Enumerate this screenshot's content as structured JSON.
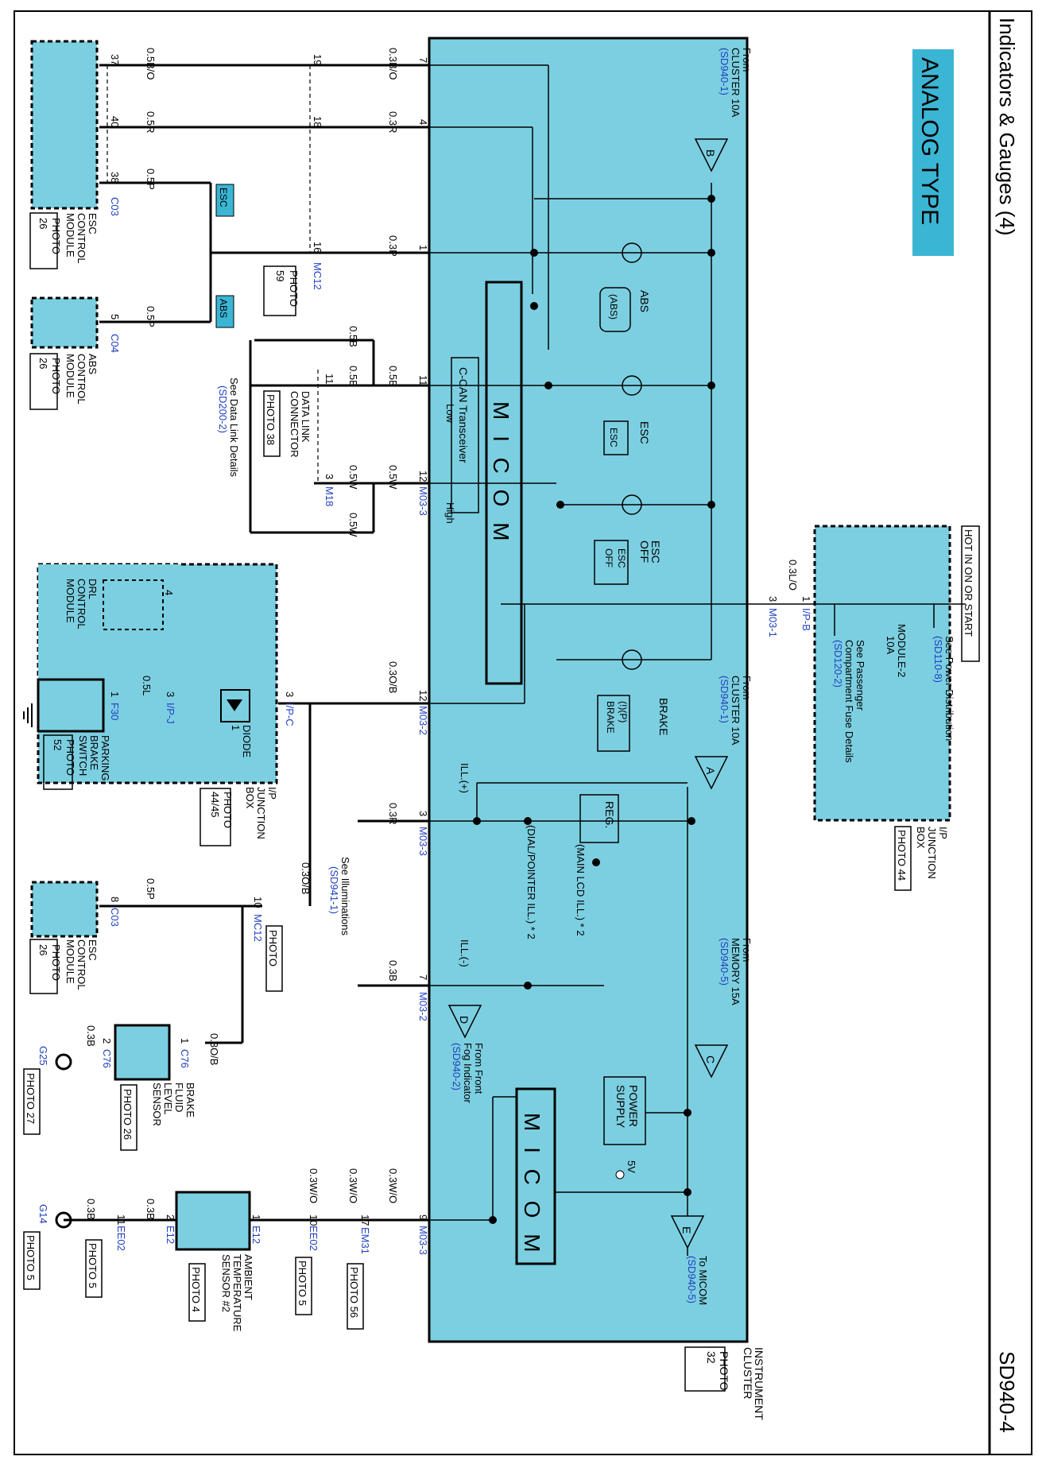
{
  "page": {
    "title": "Indicators & Gauges  (4)",
    "code": "SD940-4",
    "analog_type": "ANALOG TYPE"
  },
  "instrument_cluster": {
    "name": [
      "INSTRUMENT",
      "CLUSTER"
    ],
    "photo": [
      "PHOTO",
      "32"
    ],
    "micom": "M I C O M",
    "ccan": "C-CAN Transceiver",
    "low": "Low",
    "high": "High",
    "reg": "REG.",
    "power_supply": [
      "POWER",
      "SUPPLY"
    ],
    "v5": "5V",
    "ill_pos": "ILL.(+)",
    "ill_neg": "ILL.(-)",
    "main_lcd": "(MAIN LCD ILL.) * 2",
    "dial_pointer": "(DIAL/POINTER ILL.) * 2"
  },
  "indicators": {
    "abs": {
      "symbol": "(ABS)",
      "label": "ABS"
    },
    "esc": {
      "symbol": "ESC",
      "label": "ESC"
    },
    "esc_off": {
      "symbol": [
        "ESC",
        "OFF"
      ],
      "label": [
        "ESC",
        "OFF"
      ]
    },
    "brake": {
      "symbol": "(!)(P)",
      "label": "BRAKE",
      "text": "BRAKE"
    }
  },
  "feeds": {
    "B": {
      "letter": "B",
      "lines": [
        "From",
        "CLUSTER 10A"
      ],
      "ref": "(SD940-1)"
    },
    "A": {
      "letter": "A",
      "lines": [
        "From",
        "CLUSTER 10A"
      ],
      "ref": "(SD940-1)"
    },
    "C": {
      "letter": "C",
      "lines": [
        "From",
        "MEMORY 15A"
      ],
      "ref": "(SD940-5)"
    },
    "D": {
      "letter": "D",
      "lines": [
        "From Front",
        "Fog Indicator"
      ],
      "ref": "(SD940-2)"
    },
    "E": {
      "letter": "E",
      "lines": [
        "To MICOM"
      ],
      "ref": "(SD940-5)"
    }
  },
  "connectors": {
    "m03_1": "M03-1",
    "m03_2": "M03-2",
    "m03_3": "M03-3",
    "ip_b": "I/P-B",
    "ip_c": "I/P-C",
    "ip_j": "I/P-J",
    "mc12": "MC12",
    "m18": "M18",
    "c03": "C03",
    "c04": "C04",
    "f30": "F30",
    "c76": "C76",
    "e12": "E12",
    "ee02": "EE02",
    "em31": "EM31",
    "g25": "G25",
    "g14": "G14"
  },
  "wires": {
    "w05bo": "0.5B/O",
    "w03bo": "0.3B/O",
    "w05r": "0.5R",
    "w03r": "0.3R",
    "w05p": "0.5P",
    "w03p": "0.3P",
    "w05b": "0.5B",
    "w05w": "0.5W",
    "w03lo": "0.3L/O",
    "w03ob": "0.3O/B",
    "w05l": "0.5L",
    "w03b": "0.3B",
    "w03wo": "0.3W/O"
  },
  "pins": [
    "37",
    "40",
    "38",
    "19",
    "18",
    "16",
    "7",
    "4",
    "1",
    "5",
    "11",
    "3",
    "12",
    "3",
    "1",
    "12",
    "3",
    "1",
    "3",
    "1",
    "10",
    "8",
    "7",
    "2",
    "1",
    "9",
    "17",
    "10",
    "1",
    "2",
    "11"
  ],
  "components": {
    "esc_module": [
      "ESC",
      "CONTROL",
      "MODULE"
    ],
    "abs_module": [
      "ABS",
      "CONTROL",
      "MODULE"
    ],
    "data_link": [
      "DATA LINK",
      "CONNECTOR"
    ],
    "drl_module": [
      "DRL",
      "CONTROL",
      "MODULE"
    ],
    "ip_jb": [
      "I/P",
      "JUNCTION",
      "BOX"
    ],
    "diode": [
      "DIODE",
      "1"
    ],
    "parking": [
      "PARKING",
      "BRAKE",
      "SWITCH"
    ],
    "brake_fluid": [
      "BRAKE",
      "FLUID",
      "LEVEL",
      "SENSOR"
    ],
    "ambient": [
      "AMBIENT",
      "TEMPERATURE",
      "SENSOR #2"
    ],
    "esc_tag": "ESC",
    "abs_tag": "ABS"
  },
  "photos": {
    "p26": [
      "PHOTO",
      "26"
    ],
    "p59": [
      "PHOTO",
      "59"
    ],
    "p38": "PHOTO 38",
    "p52": [
      "PHOTO",
      "52"
    ],
    "p4445": [
      "PHOTO",
      "44/45"
    ],
    "p44": "PHOTO 44",
    "p27": "PHOTO 27",
    "p26b": "PHOTO 26",
    "p4": "PHOTO 4",
    "p5": "PHOTO 5",
    "p56": "PHOTO 56"
  },
  "notes": {
    "hot": "HOT IN ON OR START",
    "power_dist": "See Power Distribution",
    "sd110": "(SD110-8)",
    "passenger": [
      "See Passenger",
      "Compartment Fuse Details"
    ],
    "sd120": "(SD120-2)",
    "module2": [
      "MODULE-2",
      "10A"
    ],
    "data_link_details": "See Data Link Details",
    "sd200": "(SD200-2)",
    "illuminations": "See Illuminations",
    "sd941": "(SD941-1)"
  },
  "colors": {
    "fill": "#7ccfe1",
    "ink": "#000000",
    "link": "#1f3fbf",
    "tag": "#3bb5d4"
  }
}
